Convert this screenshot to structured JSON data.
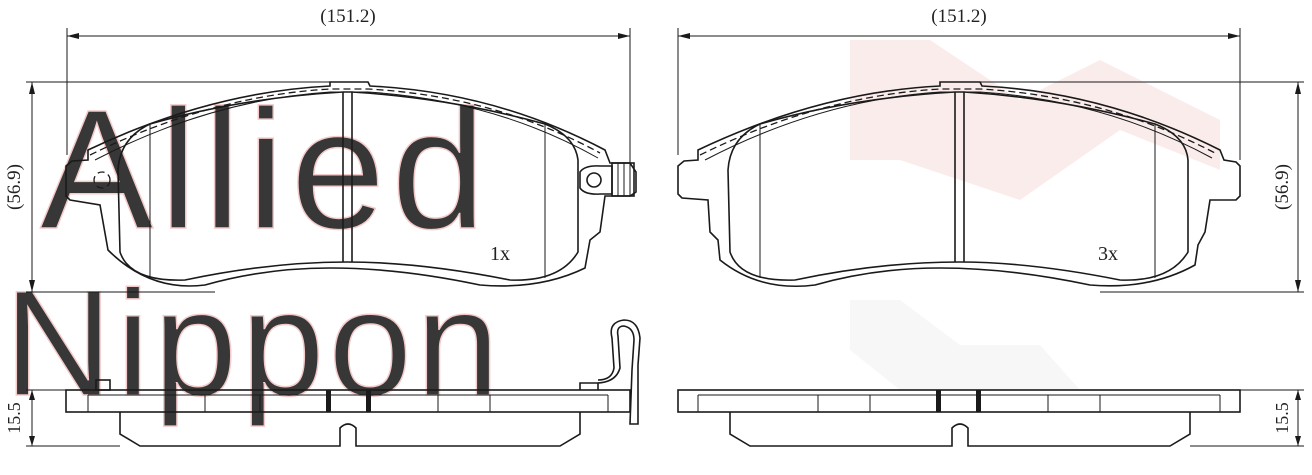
{
  "watermark": {
    "line1": "Allied",
    "line2": "Nippon",
    "outline_color": "#f2c4c4",
    "accent_color": "#f7d9d9"
  },
  "left_pad": {
    "width_label": "(151.2)",
    "height_label": "(56.9)",
    "thickness_label": "15.5",
    "quantity_label": "1x"
  },
  "right_pad": {
    "width_label": "(151.2)",
    "height_label": "(56.9)",
    "thickness_label": "15.5",
    "quantity_label": "3x"
  },
  "colors": {
    "line": "#1a1a1a",
    "background": "#ffffff"
  }
}
